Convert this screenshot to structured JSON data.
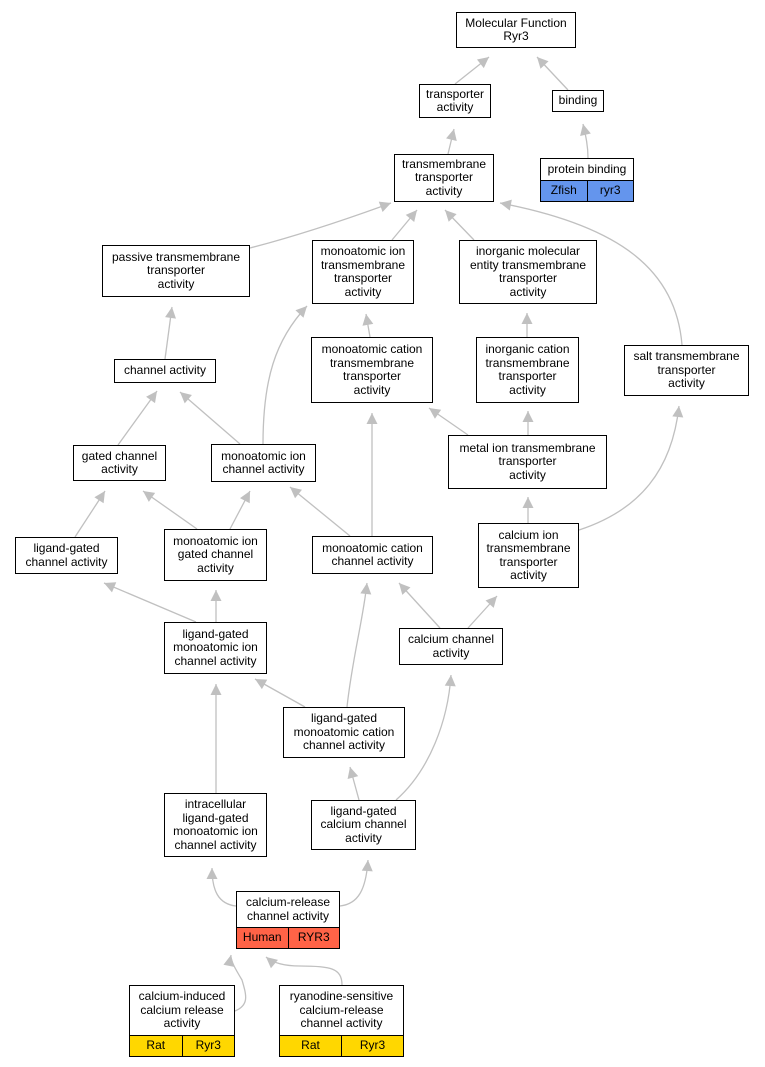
{
  "colors": {
    "edge": "#c0c0c0",
    "node_border": "#000000",
    "zfish": "#6495ed",
    "human": "#ff6347",
    "rat": "#ffd700"
  },
  "nodes": {
    "molecular_function": {
      "label": "Molecular Function\nRyr3"
    },
    "transporter_activity": {
      "label": "transporter\nactivity"
    },
    "binding": {
      "label": "binding"
    },
    "protein_binding": {
      "label": "protein binding",
      "tags": [
        "Zfish",
        "ryr3"
      ],
      "tag_color": "#6495ed"
    },
    "transmembrane_transporter": {
      "label": "transmembrane\ntransporter\nactivity"
    },
    "passive_transmembrane": {
      "label": "passive transmembrane\ntransporter\nactivity"
    },
    "monoatomic_ion_transmembrane": {
      "label": "monoatomic ion\ntransmembrane\ntransporter\nactivity"
    },
    "inorganic_molecular_entity": {
      "label": "inorganic molecular\nentity transmembrane\ntransporter\nactivity"
    },
    "channel_activity": {
      "label": "channel activity"
    },
    "monoatomic_cation_transmembrane": {
      "label": "monoatomic cation\ntransmembrane\ntransporter\nactivity"
    },
    "inorganic_cation_transmembrane": {
      "label": "inorganic cation\ntransmembrane\ntransporter\nactivity"
    },
    "salt_transmembrane": {
      "label": "salt transmembrane\ntransporter\nactivity"
    },
    "gated_channel": {
      "label": "gated channel\nactivity"
    },
    "monoatomic_ion_channel": {
      "label": "monoatomic ion\nchannel activity"
    },
    "metal_ion_transmembrane": {
      "label": "metal ion transmembrane\ntransporter\nactivity"
    },
    "ligand_gated_channel": {
      "label": "ligand-gated\nchannel activity"
    },
    "monoatomic_ion_gated_channel": {
      "label": "monoatomic ion\ngated channel\nactivity"
    },
    "monoatomic_cation_channel": {
      "label": "monoatomic cation\nchannel activity"
    },
    "calcium_ion_transmembrane": {
      "label": "calcium ion\ntransmembrane\ntransporter\nactivity"
    },
    "ligand_gated_monoatomic_ion": {
      "label": "ligand-gated\nmonoatomic ion\nchannel activity"
    },
    "calcium_channel": {
      "label": "calcium channel\nactivity"
    },
    "ligand_gated_monoatomic_cation": {
      "label": "ligand-gated\nmonoatomic cation\nchannel activity"
    },
    "intracellular_ligand_gated": {
      "label": "intracellular\nligand-gated\nmonoatomic ion\nchannel activity"
    },
    "ligand_gated_calcium": {
      "label": "ligand-gated\ncalcium channel\nactivity"
    },
    "calcium_release_channel": {
      "label": "calcium-release\nchannel activity",
      "tags": [
        "Human",
        "RYR3"
      ],
      "tag_color": "#ff6347"
    },
    "calcium_induced_release": {
      "label": "calcium-induced\ncalcium release\nactivity",
      "tags": [
        "Rat",
        "Ryr3"
      ],
      "tag_color": "#ffd700"
    },
    "ryanodine_sensitive": {
      "label": "ryanodine-sensitive\ncalcium-release\nchannel activity",
      "tags": [
        "Rat",
        "Ryr3"
      ],
      "tag_color": "#ffd700"
    }
  }
}
